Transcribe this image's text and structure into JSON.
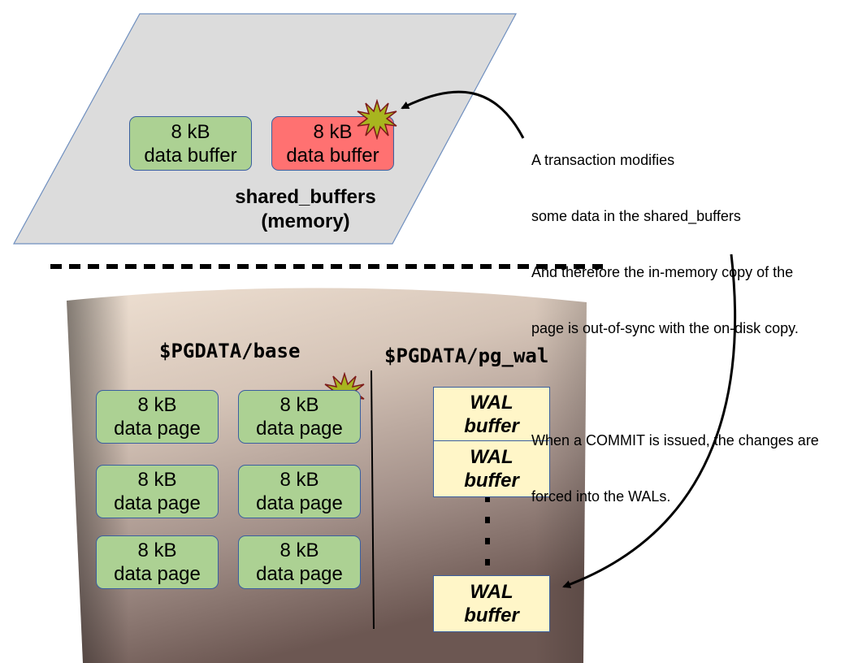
{
  "memory": {
    "buffers": [
      {
        "line1": "8 kB",
        "line2": "data buffer",
        "state": "clean"
      },
      {
        "line1": "8 kB",
        "line2": "data buffer",
        "state": "modified"
      }
    ],
    "label_line1": "shared_buffers",
    "label_line2": "(memory)"
  },
  "disk": {
    "base_label": "$PGDATA/base",
    "wal_label": "$PGDATA/pg_wal",
    "pages": [
      {
        "line1": "8 kB",
        "line2": "data page"
      },
      {
        "line1": "8 kB",
        "line2": "data page"
      },
      {
        "line1": "8 kB",
        "line2": "data page"
      },
      {
        "line1": "8 kB",
        "line2": "data page"
      },
      {
        "line1": "8 kB",
        "line2": "data page"
      },
      {
        "line1": "8 kB",
        "line2": "data page"
      }
    ],
    "wal_buffers": [
      {
        "line1": "WAL",
        "line2": "buffer"
      },
      {
        "line1": "WAL",
        "line2": "buffer"
      },
      {
        "line1": "WAL",
        "line2": "buffer"
      }
    ]
  },
  "annotation": {
    "lines": [
      "A transaction modifies",
      "some data in the shared_buffers",
      "And therefore the in-memory copy of the",
      "page is out-of-sync with the on-disk copy.",
      "",
      "When a COMMIT is issued, the changes are",
      "forced into the WALs."
    ]
  },
  "colors": {
    "memory_plane": "#dcdcdc",
    "clean_buffer": "#acd193",
    "dirty_buffer": "#ff7171",
    "wal_buffer": "#fff6c8",
    "border": "#3a5fa0",
    "change_burst": "#a8b51f"
  }
}
